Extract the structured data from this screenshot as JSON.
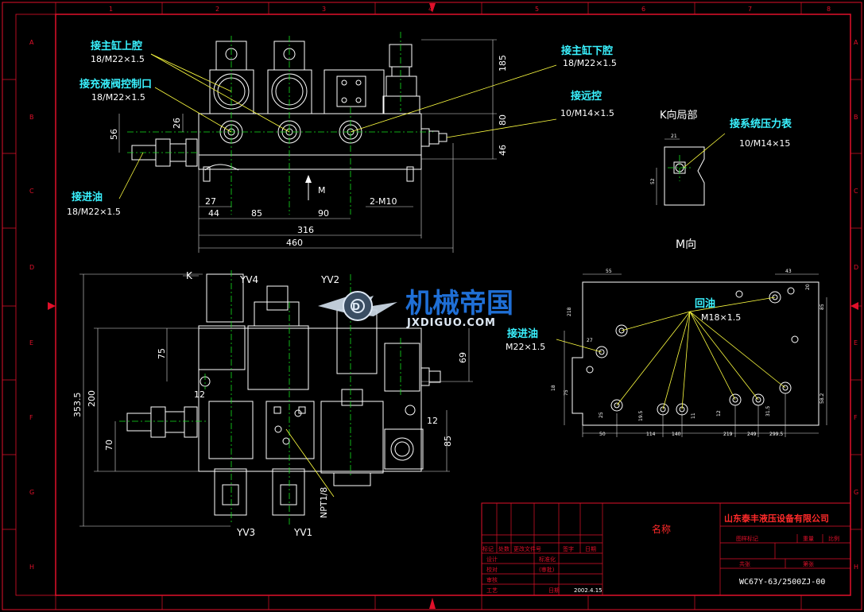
{
  "zones": {
    "cols": [
      "1",
      "2",
      "3",
      "4",
      "5",
      "6",
      "7",
      "8"
    ],
    "rows": [
      "A",
      "B",
      "C",
      "D",
      "E",
      "F",
      "G",
      "H"
    ]
  },
  "watermark": {
    "brand_cn": "机械帝国",
    "brand_en": "JXDIGUO.COM"
  },
  "front_view": {
    "labels": [
      {
        "title": "接主缸上腔",
        "spec": "18/M22×1.5"
      },
      {
        "title": "接充液阀控制口",
        "spec": "18/M22×1.5"
      },
      {
        "title": "接主缸下腔",
        "spec": "18/M22×1.5"
      },
      {
        "title": "接远控",
        "spec": "10/M14×1.5"
      },
      {
        "title": "接进油",
        "spec": "18/M22×1.5"
      }
    ],
    "dims": [
      "185",
      "56",
      "26",
      "80",
      "46",
      "27",
      "44",
      "85",
      "90",
      "316",
      "460",
      "2-M10"
    ],
    "view_arrow": "M"
  },
  "k_view": {
    "title": "K向局部",
    "label": {
      "title": "接系统压力表",
      "spec": "10/M14×15"
    },
    "dims": [
      "21",
      "52"
    ]
  },
  "m_view_title": "M向",
  "plan_view": {
    "valves": [
      "YV4",
      "YV2",
      "YV3",
      "YV1"
    ],
    "k_mark": "K",
    "dims": [
      "353.5",
      "200",
      "75",
      "70",
      "12",
      "69",
      "12",
      "85"
    ],
    "thread": "NPT1/8"
  },
  "m_view": {
    "return_label": {
      "title": "回油",
      "spec": "M18×1.5"
    },
    "inlet_label": {
      "title": "接进油",
      "spec": "M22×1.5"
    },
    "top_dims": [
      "55",
      "43",
      "20"
    ],
    "left_dims": [
      "27",
      "218",
      "18",
      "75"
    ],
    "right_dims": [
      "85",
      "58.2"
    ],
    "bottom_dims": [
      "50",
      "114",
      "140",
      "219",
      "249",
      "299.5"
    ],
    "small_dims": [
      "25",
      "19.5",
      "11",
      "12",
      "31.5"
    ]
  },
  "title_block": {
    "company": "山东泰丰液压设备有限公司",
    "name_label": "名称",
    "drawing_no": "WC67Y-63/2500ZJ-00",
    "date": "2002.4.15",
    "header_cols": [
      "标记",
      "处数",
      "更改文件号",
      "签字",
      "日期"
    ],
    "left_rows": [
      "设计",
      "校对",
      "审核",
      "工艺"
    ],
    "mid_rows": [
      "标准化",
      "(审批)",
      "",
      "日期"
    ],
    "right_labels": [
      "图样标记",
      "重量",
      "比例",
      "共张",
      "第张"
    ]
  }
}
